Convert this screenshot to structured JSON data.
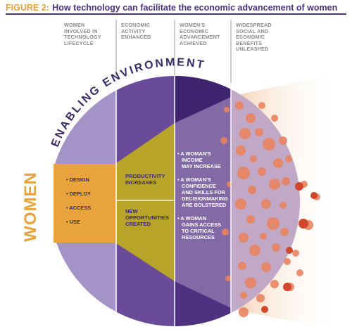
{
  "title": {
    "label": "FIGURE 2:",
    "text": "How technology can facilitate the economic advancement of women"
  },
  "columns": [
    {
      "lines": [
        "WOMEN",
        "INVOLVED IN",
        "TECHNOLOGY",
        "LIFECYCLE"
      ]
    },
    {
      "lines": [
        "ECONOMIC",
        "ACTIVITY",
        "ENHANCED"
      ]
    },
    {
      "lines": [
        "WOMEN'S",
        "ECONOMIC",
        "ADVANCEMENT",
        "ACHIEVED"
      ]
    },
    {
      "lines": [
        "WIDESPREAD",
        "SOCIAL AND",
        "ECONOMIC",
        "BENEFITS",
        "UNLEASHED"
      ]
    }
  ],
  "arc_label": "ENABLING ENVIRONMENT",
  "women_label": "WOMEN",
  "lifecycle_items": [
    "• DESIGN",
    "• DEPLOY",
    "• ACCESS",
    "• USE"
  ],
  "enhanced_items": [
    {
      "lines": [
        "PRODUCTIVITY",
        "INCREASES"
      ]
    },
    {
      "lines": [
        "NEW",
        "OPPORTUNITIES",
        "CREATED"
      ]
    }
  ],
  "advancement_items": [
    {
      "lines": [
        "• A WOMAN'S",
        "INCOME",
        "MAY INCREASE"
      ]
    },
    {
      "lines": [
        "• A WOMAN'S",
        "CONFIDENCE",
        "AND SKILLS FOR",
        "DECISIONMAKING",
        "ARE BOLSTERED"
      ]
    },
    {
      "lines": [
        "• A WOMAN",
        "GAINS ACCESS",
        "TO CRITICAL",
        "RESOURCES"
      ]
    }
  ],
  "colors": {
    "purple_dark": "#4e3180",
    "purple_mid": "#6a4b9a",
    "purple_light": "#a08cc0",
    "gold": "#e8a33c",
    "olive": "#b7a428",
    "dot": "#e9835f",
    "dot_dark": "#d1472e",
    "gray_text": "#8a8a8a"
  }
}
